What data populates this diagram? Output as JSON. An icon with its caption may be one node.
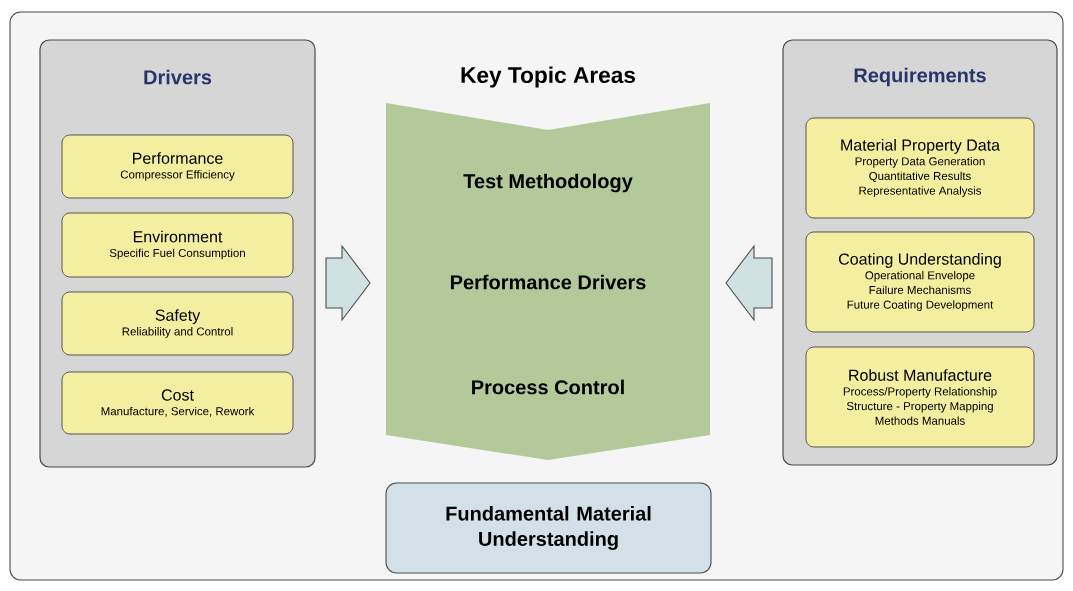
{
  "diagram": {
    "nodes": [
      {
        "text": [
          "Drivers"
        ]
      },
      {
        "text": [
          "Performance",
          "Compressor Efficiency"
        ],
        "in": 0
      },
      {
        "text": [
          "Environment",
          "Specific Fuel Consumption"
        ],
        "in": 0
      },
      {
        "text": [
          "Safety",
          "Reliability and Control"
        ],
        "in": 0
      },
      {
        "text": [
          "Cost",
          "Manufacture, Service, Rework"
        ],
        "in": 0
      },
      {
        "text": [
          "Key Topic Areas",
          "Test Methodology",
          "Performance Drivers",
          "Process Control"
        ]
      },
      {
        "text": [
          "Requirements"
        ]
      },
      {
        "text": [
          "Material Property Data",
          "Property Data Generation",
          "Quantitative Results",
          "Representative Analysis"
        ],
        "in": 6
      },
      {
        "text": [
          "Coating Understanding",
          "Operational Envelope",
          "Failure Mechanisms",
          "Future Coating Development"
        ],
        "in": 6
      },
      {
        "text": [
          "Robust Manufacture",
          "Process/Property Relationship",
          "Structure - Property Mapping",
          "Methods Manuals"
        ],
        "in": 6
      },
      {
        "text": [
          "Fundamental Material Understanding"
        ]
      }
    ],
    "edges": [
      {
        "from": 0,
        "to": 5,
        "arrow": "to"
      },
      {
        "from": 6,
        "to": 5,
        "arrow": "to"
      }
    ]
  }
}
